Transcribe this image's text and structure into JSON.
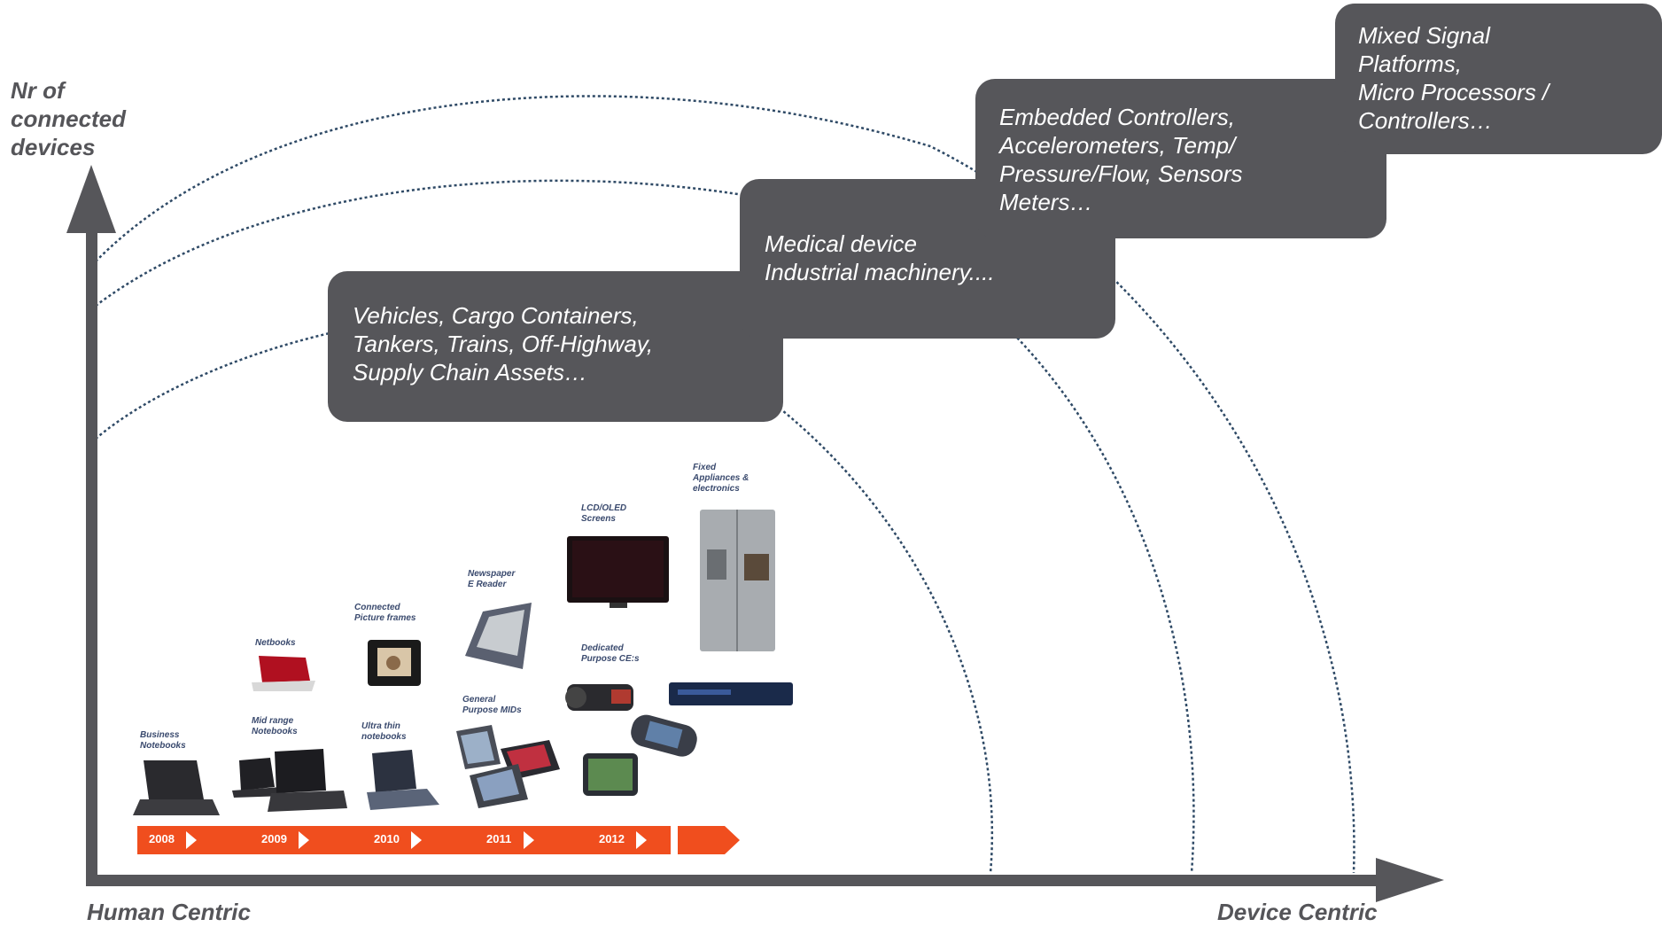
{
  "axes": {
    "y_label": "Nr of\nconnected\ndevices",
    "x_label_left": "Human Centric",
    "x_label_right": "Device Centric"
  },
  "boxes": [
    {
      "text": "Vehicles, Cargo Containers,\nTankers, Trains, Off-Highway,\nSupply Chain Assets…"
    },
    {
      "text": "Medical device\nIndustrial machinery...."
    },
    {
      "text": "Embedded Controllers,\nAccelerometers, Temp/\nPressure/Flow, Sensors\nMeters…"
    },
    {
      "text": "Mixed Signal\nPlatforms,\nMicro Processors /\nControllers…"
    }
  ],
  "timeline": {
    "years": [
      "2008",
      "2009",
      "2010",
      "2011",
      "2012"
    ]
  },
  "devices": {
    "business_notebooks": "Business\nNotebooks",
    "netbooks": "Netbooks",
    "midrange_notebooks": "Mid range\nNotebooks",
    "picture_frames": "Connected\nPicture frames",
    "ultrathin": "Ultra thin\nnotebooks",
    "ereader": "Newspaper\nE Reader",
    "mids": "General\nPurpose MIDs",
    "lcd": "LCD/OLED\nScreens",
    "dedicated_ce": "Dedicated\nPurpose CE:s",
    "appliances": "Fixed\nAppliances &\nelectronics"
  },
  "colors": {
    "axis": "#56565a",
    "box": "#56565a",
    "timeline": "#f04e1e",
    "arc": "#2f4a66",
    "label": "#555559"
  }
}
